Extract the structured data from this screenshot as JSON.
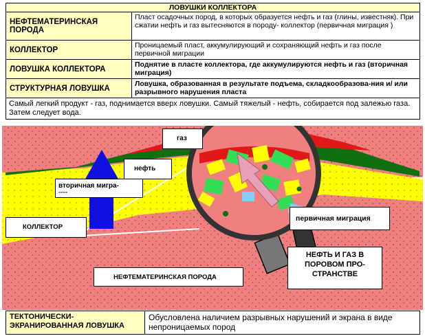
{
  "title": "ЛОВУШКИ КОЛЛЕКТОРА",
  "rows": [
    {
      "term": "НЕФТЕМАТЕРИНСКАЯ ПОРОДА",
      "def": "Пласт осадочных пород, в которых образуется нефть и газ (глины, известняк). При сжатии нефть и газ вытесняются в породу- коллектор (первичная миграция )"
    },
    {
      "term": "КОЛЛЕКТОР",
      "def": "Проницаемый пласт, аккумулирующий  и  сохраняющий нефть и газ после  первичной миграции"
    },
    {
      "term": "ЛОВУШКА КОЛЛЕКТОРА",
      "def": "Поднятие в  пласте коллектора, где аккумулируются нефть и газ (вторичная миграция)"
    },
    {
      "term": "СТРУКТУРНАЯ ЛОВУШКА",
      "def": "Ловушка, образованная в результате подъема, складкообразова-ния и/ или разрывного  нарушения пласта"
    }
  ],
  "note": "Самый легкий продукт - газ, поднимается вверх ловушки. Самый тяжелый - нефть, собирается под залежью газа. Затем следует вода.",
  "diagram": {
    "gas": "газ",
    "oil": "нефть",
    "secondary_migration": "вторичная мигра-",
    "secondary_migration_cont": "-----",
    "collector": "КОЛЛЕКТОР",
    "primary_migration": "первичная миграция",
    "source_rock": "НЕФТЕМАТЕРИНСКАЯ ПОРОДА",
    "pore_space": "НЕФТЬ И ГАЗ В ПОРОВОМ ПРО-СТРАНСТВЕ"
  },
  "colors": {
    "salmon": "#f08080",
    "dark_red": "#e01818",
    "green": "#107010",
    "yellow": "#ffff00",
    "blue": "#1010e0",
    "term_bg": "#ffffc0"
  },
  "bottom": {
    "term": "ТЕКТОНИЧЕСКИ-ЭКРАНИРОВАННАЯ ЛОВУШКА",
    "def": "Обусловлена наличием разрывных нарушений и экрана в виде непроницаемых пород"
  }
}
